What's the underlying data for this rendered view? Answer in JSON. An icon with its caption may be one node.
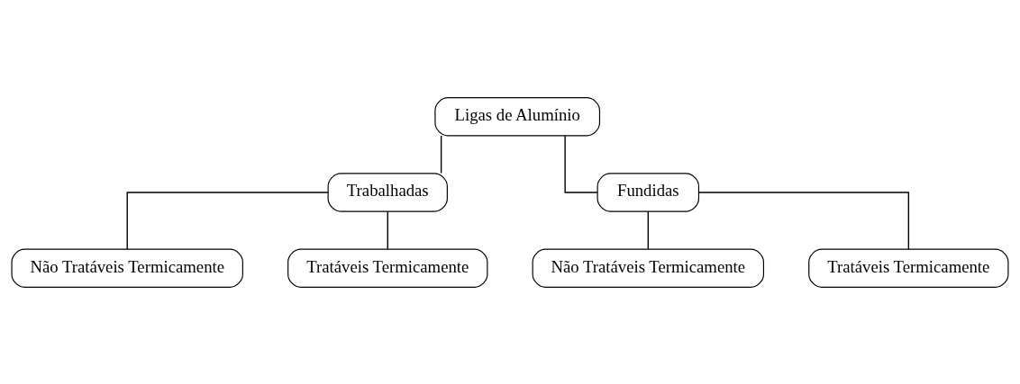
{
  "diagram": {
    "nodes": [
      {
        "text": [
          "Ligas de Alumínio"
        ]
      },
      {
        "text": [
          "Trabalhadas"
        ]
      },
      {
        "text": [
          "Fundidas"
        ]
      },
      {
        "text": [
          "Não Tratáveis Termicamente"
        ]
      },
      {
        "text": [
          "Tratáveis Termicamente"
        ]
      },
      {
        "text": [
          "Não Tratáveis Termicamente"
        ]
      },
      {
        "text": [
          "Tratáveis Termicamente"
        ]
      }
    ],
    "edges": [
      {
        "from": 0,
        "to": 1,
        "arrow": "none"
      },
      {
        "from": 0,
        "to": 2,
        "arrow": "none"
      },
      {
        "from": 1,
        "to": 3,
        "arrow": "none"
      },
      {
        "from": 1,
        "to": 4,
        "arrow": "none"
      },
      {
        "from": 2,
        "to": 5,
        "arrow": "none"
      },
      {
        "from": 2,
        "to": 6,
        "arrow": "none"
      }
    ]
  }
}
